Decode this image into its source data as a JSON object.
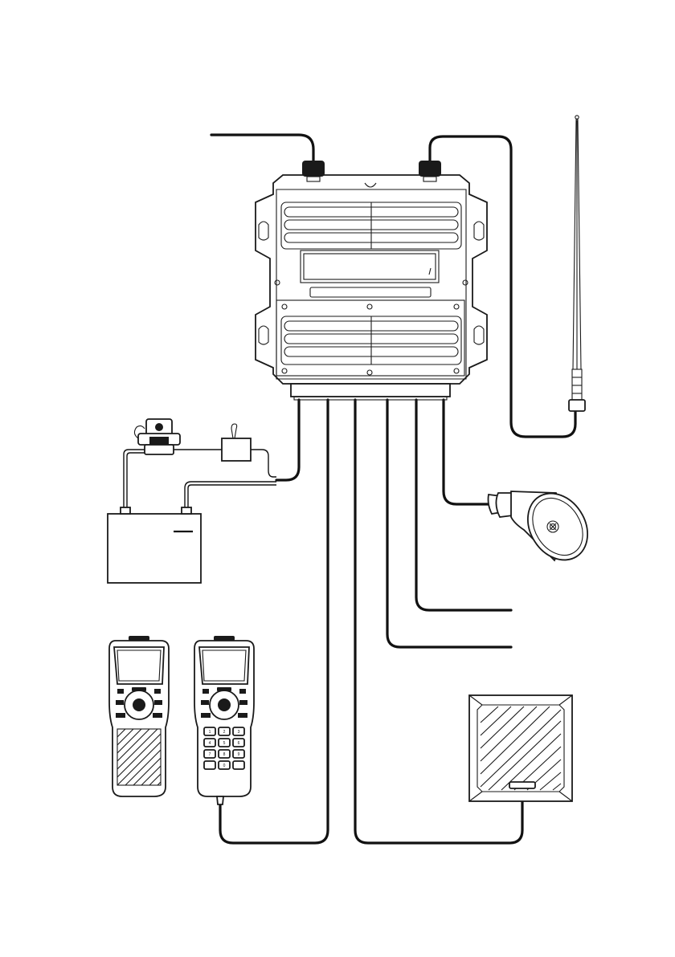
{
  "diagram": {
    "components": [
      {
        "id": "transceiver",
        "icon": "radio-transceiver-icon"
      },
      {
        "id": "gps-antenna-cable",
        "icon": "cable-icon"
      },
      {
        "id": "vhf-antenna",
        "icon": "whip-antenna-icon"
      },
      {
        "id": "fuse-holder",
        "icon": "fuse-icon"
      },
      {
        "id": "power-switch",
        "icon": "switch-icon"
      },
      {
        "id": "battery",
        "icon": "battery-icon"
      },
      {
        "id": "loudhailer-horn",
        "icon": "horn-speaker-icon"
      },
      {
        "id": "nmea-cable-1",
        "icon": "cable-icon"
      },
      {
        "id": "nmea-cable-2",
        "icon": "cable-icon"
      },
      {
        "id": "handset-basic",
        "icon": "handset-icon"
      },
      {
        "id": "handset-keypad",
        "icon": "handset-keypad-icon"
      },
      {
        "id": "external-speaker",
        "icon": "speaker-box-icon"
      }
    ],
    "keypad_labels": [
      "1",
      "2",
      "3",
      "4",
      "5",
      "6",
      "7",
      "8",
      "9",
      "0"
    ]
  }
}
